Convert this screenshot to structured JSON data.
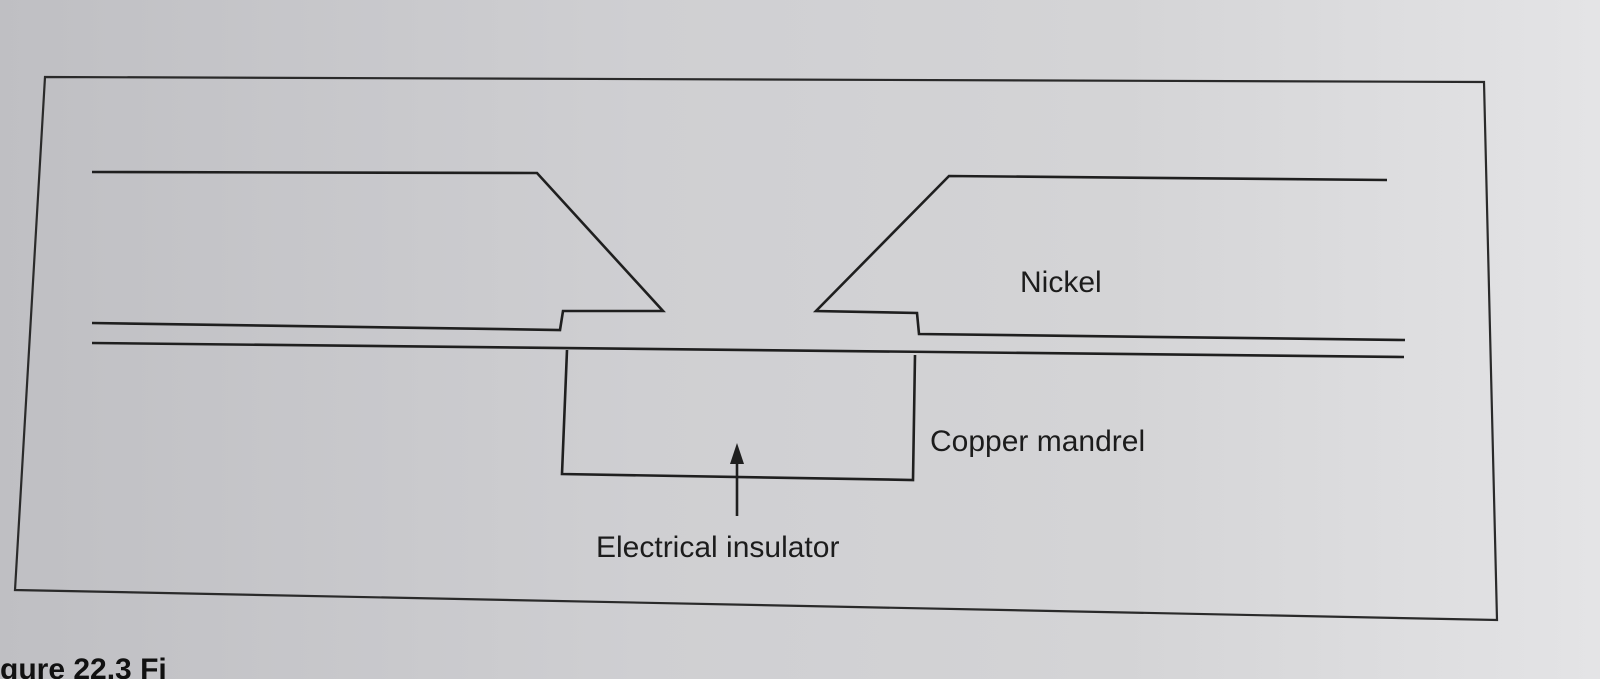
{
  "diagram": {
    "labels": {
      "nickel": "Nickel",
      "copper_mandrel": "Copper mandrel",
      "electrical_insulator": "Electrical insulator"
    },
    "caption_fragment": "gure 22.3  Fi"
  }
}
